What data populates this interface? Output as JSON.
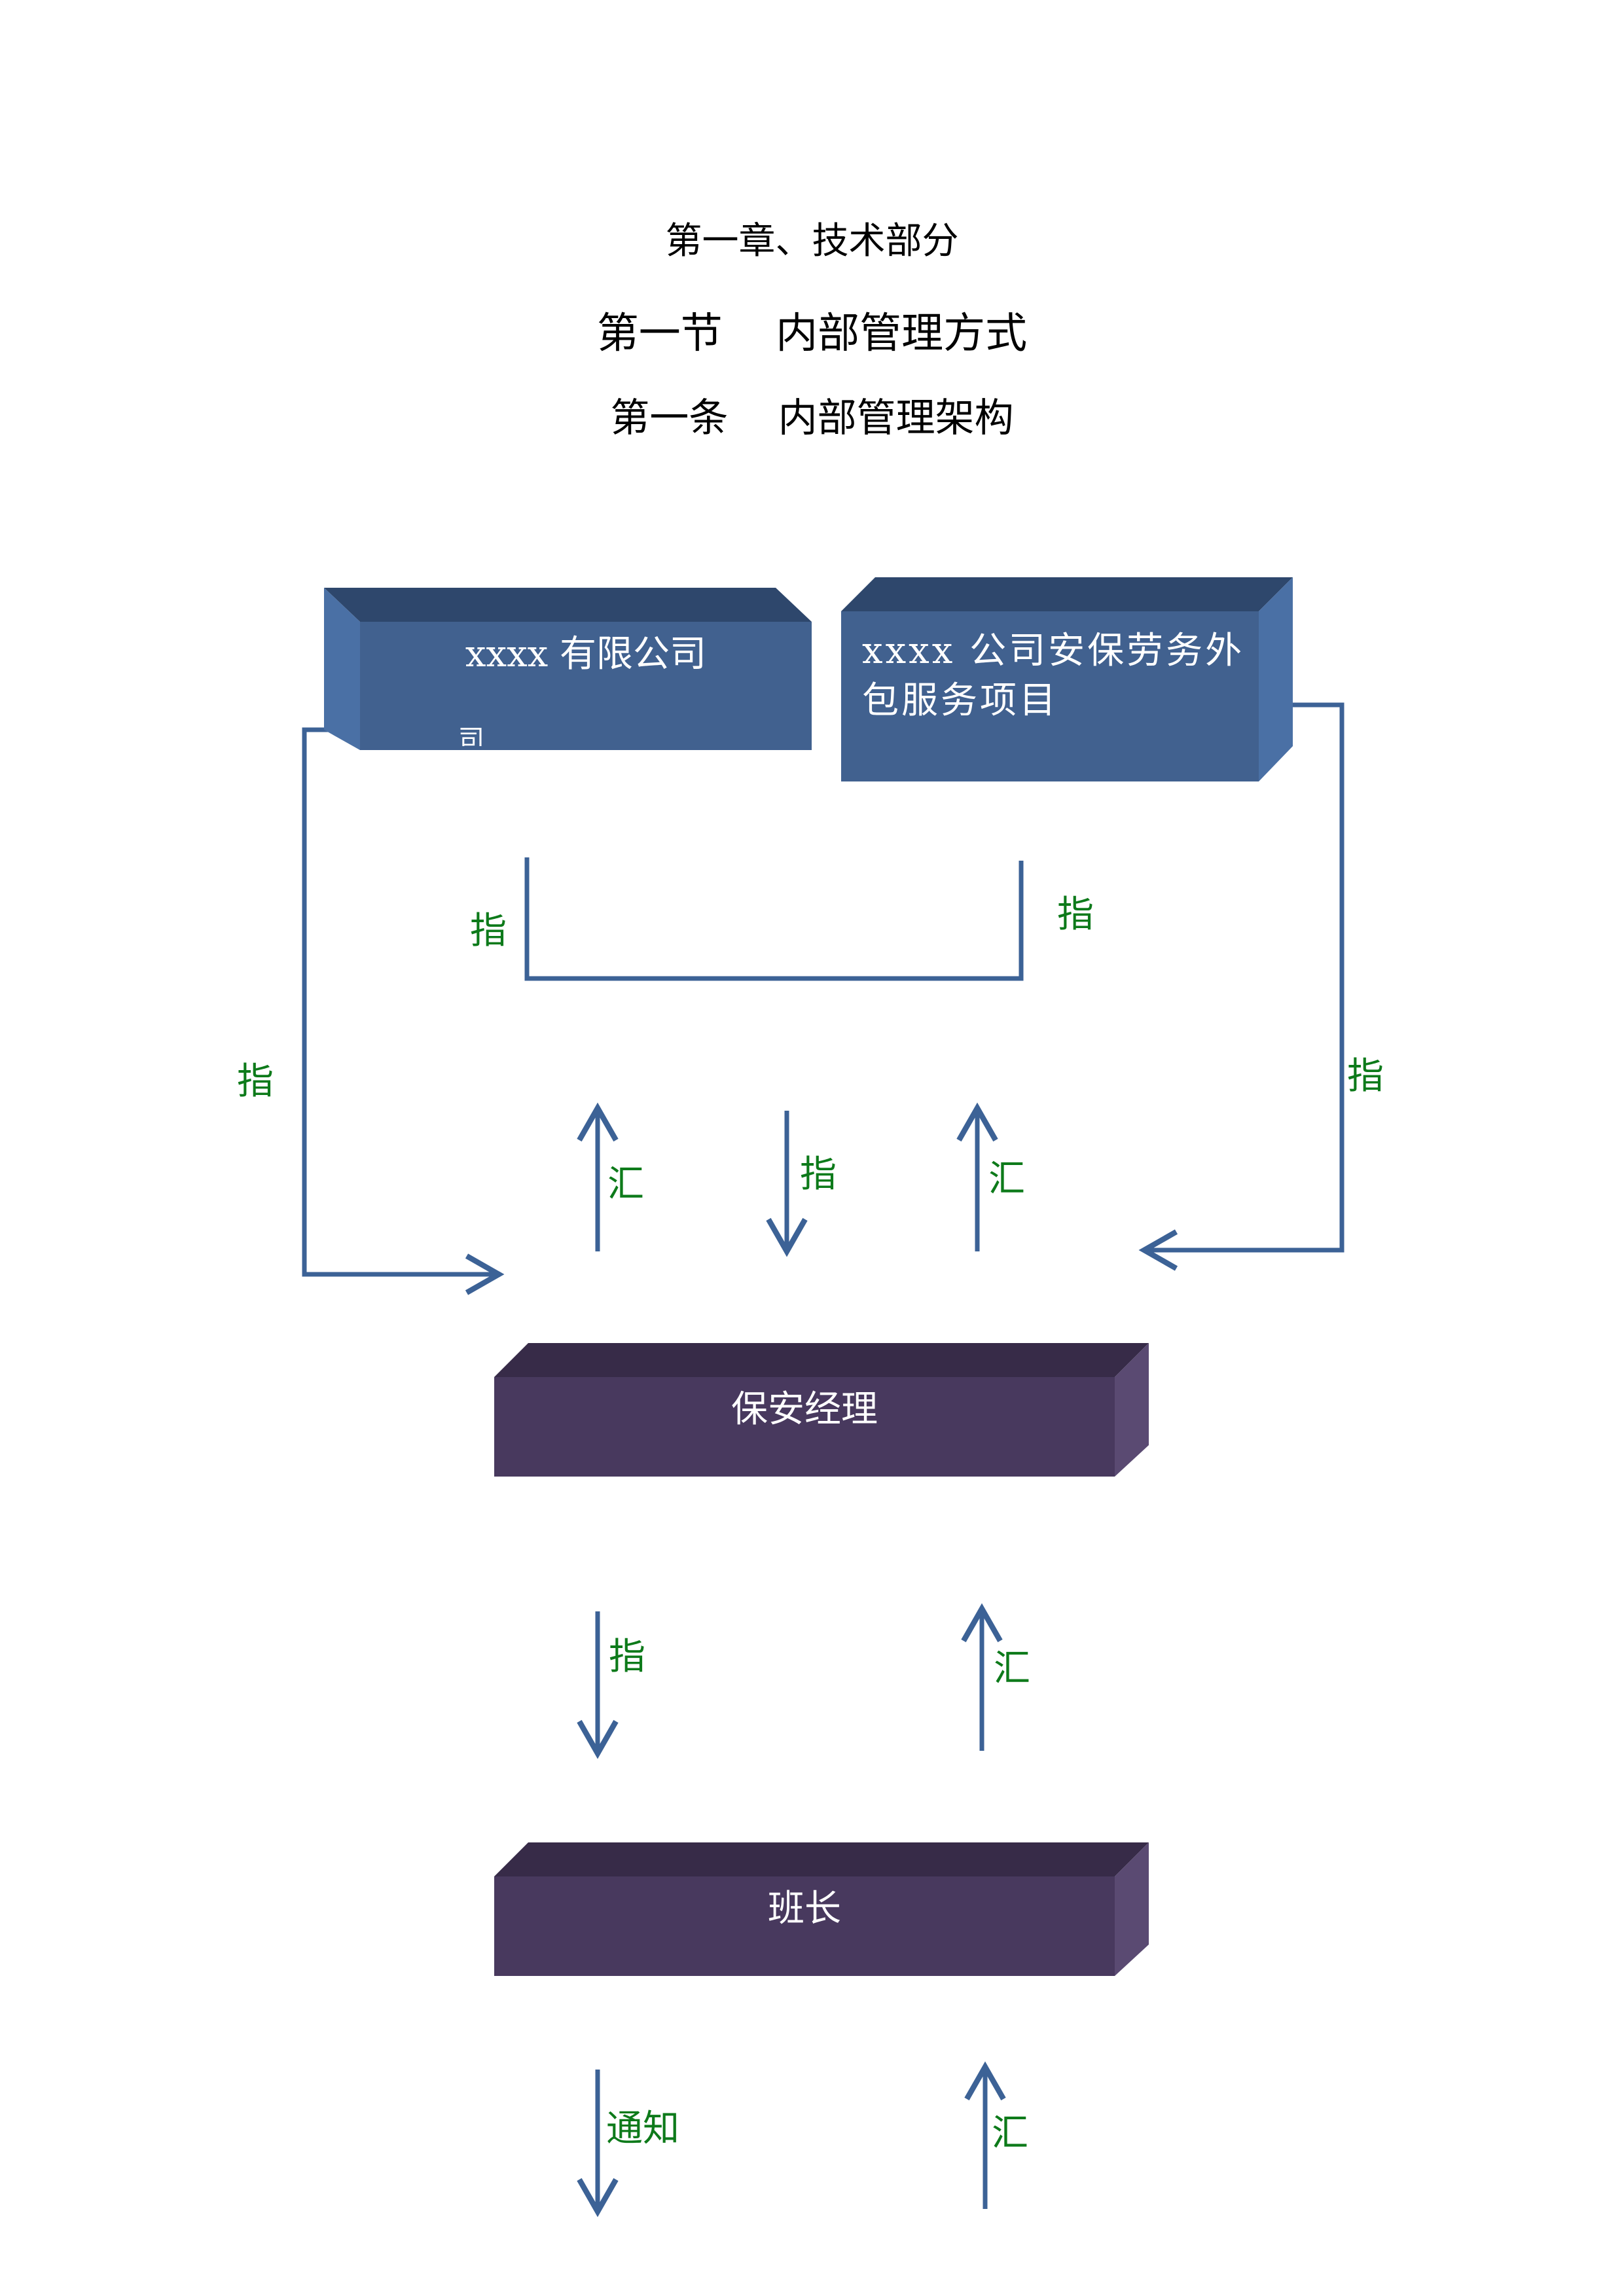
{
  "headings": {
    "chapter": "第一章、技术部分",
    "section": "第一节    内部管理方式",
    "article": "第一条    内部管理架构"
  },
  "nodes": {
    "company": {
      "label": "xxxx 有限公司",
      "fragment": "司"
    },
    "project": {
      "label": "xxxx 公司安保劳务外包服务项目"
    },
    "security_manager": {
      "label": "保安经理"
    },
    "team_leader": {
      "label": "班长"
    }
  },
  "connector_labels": {
    "inner_left": "指",
    "inner_right": "指",
    "outer_left": "指",
    "outer_right": "指",
    "mgr_report_left": "汇",
    "mgr_direct": "指",
    "mgr_report_right": "汇",
    "lead_direct": "指",
    "lead_report": "汇",
    "notify": "通知",
    "bottom_report": "汇"
  },
  "colors": {
    "blue_box": "#41618f",
    "blue_box_light": "#4a70a5",
    "blue_box_dark": "#2e476c",
    "purple_box": "#48395e",
    "purple_box_light": "#5a4a72",
    "purple_box_dark": "#372b48",
    "connector": "#3c6296",
    "label_green": "#0d7a1a"
  }
}
